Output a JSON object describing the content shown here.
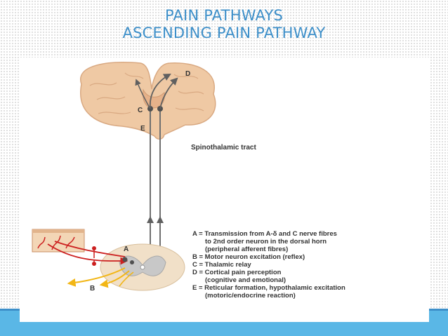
{
  "slide": {
    "title_line1": "PAIN PATHWAYS",
    "title_line2": "ASCENDING PAIN PATHWAY"
  },
  "diagram": {
    "point_labels": {
      "A": "A",
      "B": "B",
      "C": "C",
      "D": "D",
      "E": "E"
    },
    "tract_label": "Spinothalamic tract",
    "legend": [
      {
        "line1": "A = Transmission from A-δ and C nerve fibres",
        "line2": "to 2nd order neuron in the dorsal horn",
        "line3": "(peripheral afferent fibres)"
      },
      {
        "line1": "B = Motor neuron excitation (reflex)"
      },
      {
        "line1": "C = Thalamic relay"
      },
      {
        "line1": "D = Cortical pain perception",
        "line2": "(cognitive and emotional)"
      },
      {
        "line1": "E = Reticular formation, hypothalamic excitation",
        "line2": "(motoric/endocrine reaction)"
      }
    ]
  },
  "colors": {
    "title": "#3d8fc9",
    "band": "#5ab7e6",
    "brain": "#efc9a4",
    "pathway_red": "#cc2020",
    "reflex_yellow": "#f2b616",
    "tract": "#707070"
  }
}
